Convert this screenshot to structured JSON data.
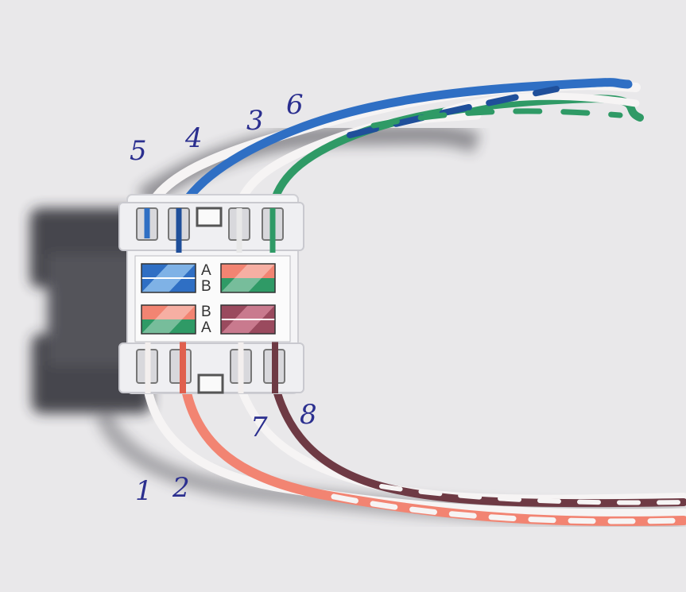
{
  "photo": {
    "pin_numbers": {
      "p1": "1",
      "p2": "2",
      "p3": "3",
      "p4": "4",
      "p5": "5",
      "p6": "6",
      "p7": "7",
      "p8": "8"
    },
    "wiring_letters": {
      "top_a": "A",
      "top_b": "B",
      "bottom_b": "B",
      "bottom_a": "A"
    },
    "colors": {
      "background": "#e9e8ea",
      "shadow": "#2a2a30",
      "jack_body": "#f4f4f6",
      "blue": "#2f6fc4",
      "blue_dark": "#1f4f9a",
      "green": "#2f9a66",
      "orange": "#f28472",
      "orange_dark": "#e0604e",
      "brown": "#6e3a44",
      "white_wire": "#f6f4f4",
      "ink": "#2b2f8f"
    }
  }
}
